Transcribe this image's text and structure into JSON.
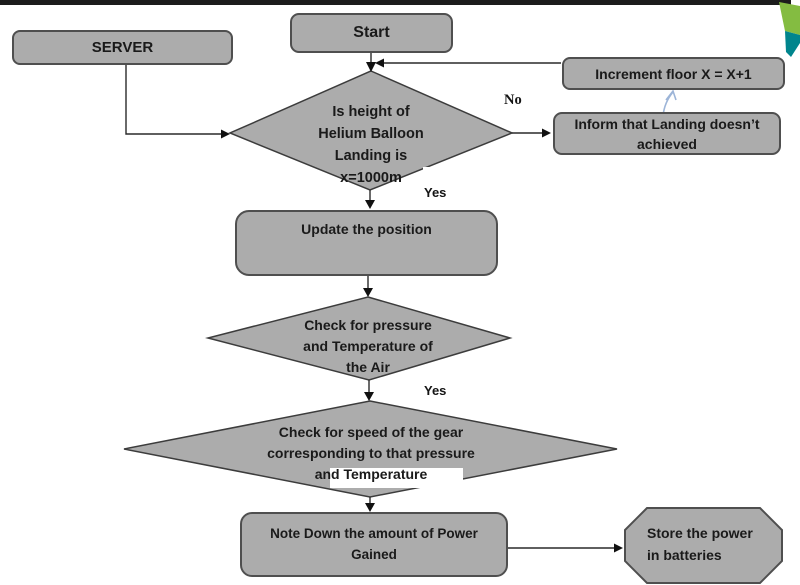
{
  "diagram_title": "Helium Balloon Landing Power Flowchart",
  "colors": {
    "shape_fill": "#acacac",
    "shape_border": "#4f4f4f",
    "connector": "#2a2a2a",
    "text": "#1a1a1a",
    "blue_arrow": "#9db5d8",
    "logo_green": "#84bc41",
    "logo_teal": "#00858d",
    "top_bar": "#1c1c1c",
    "patch_white": "#ffffff"
  },
  "nodes": {
    "server": {
      "label": "SERVER"
    },
    "start": {
      "label": "Start"
    },
    "decision_height": {
      "line1": "Is height of",
      "line2": "Helium Balloon",
      "line3": "Landing is",
      "line4": "x=1000m"
    },
    "increment": {
      "label": "Increment floor X = X+1"
    },
    "inform": {
      "line1": "Inform that Landing doesn’t",
      "line2": "achieved"
    },
    "update": {
      "label": "Update the position"
    },
    "decision_pressure": {
      "line1": "Check for pressure",
      "line2": "and Temperature of",
      "line3": "the Air"
    },
    "decision_speed": {
      "line1": "Check for speed of the gear",
      "line2": "corresponding to that pressure",
      "line3": "and Temperature"
    },
    "note": {
      "line1": "Note Down the amount of Power",
      "line2": "Gained"
    },
    "store": {
      "line1": "Store the power",
      "line2": "in batteries"
    }
  },
  "edge_labels": {
    "no": "No",
    "yes1": "Yes",
    "yes2": "Yes"
  }
}
